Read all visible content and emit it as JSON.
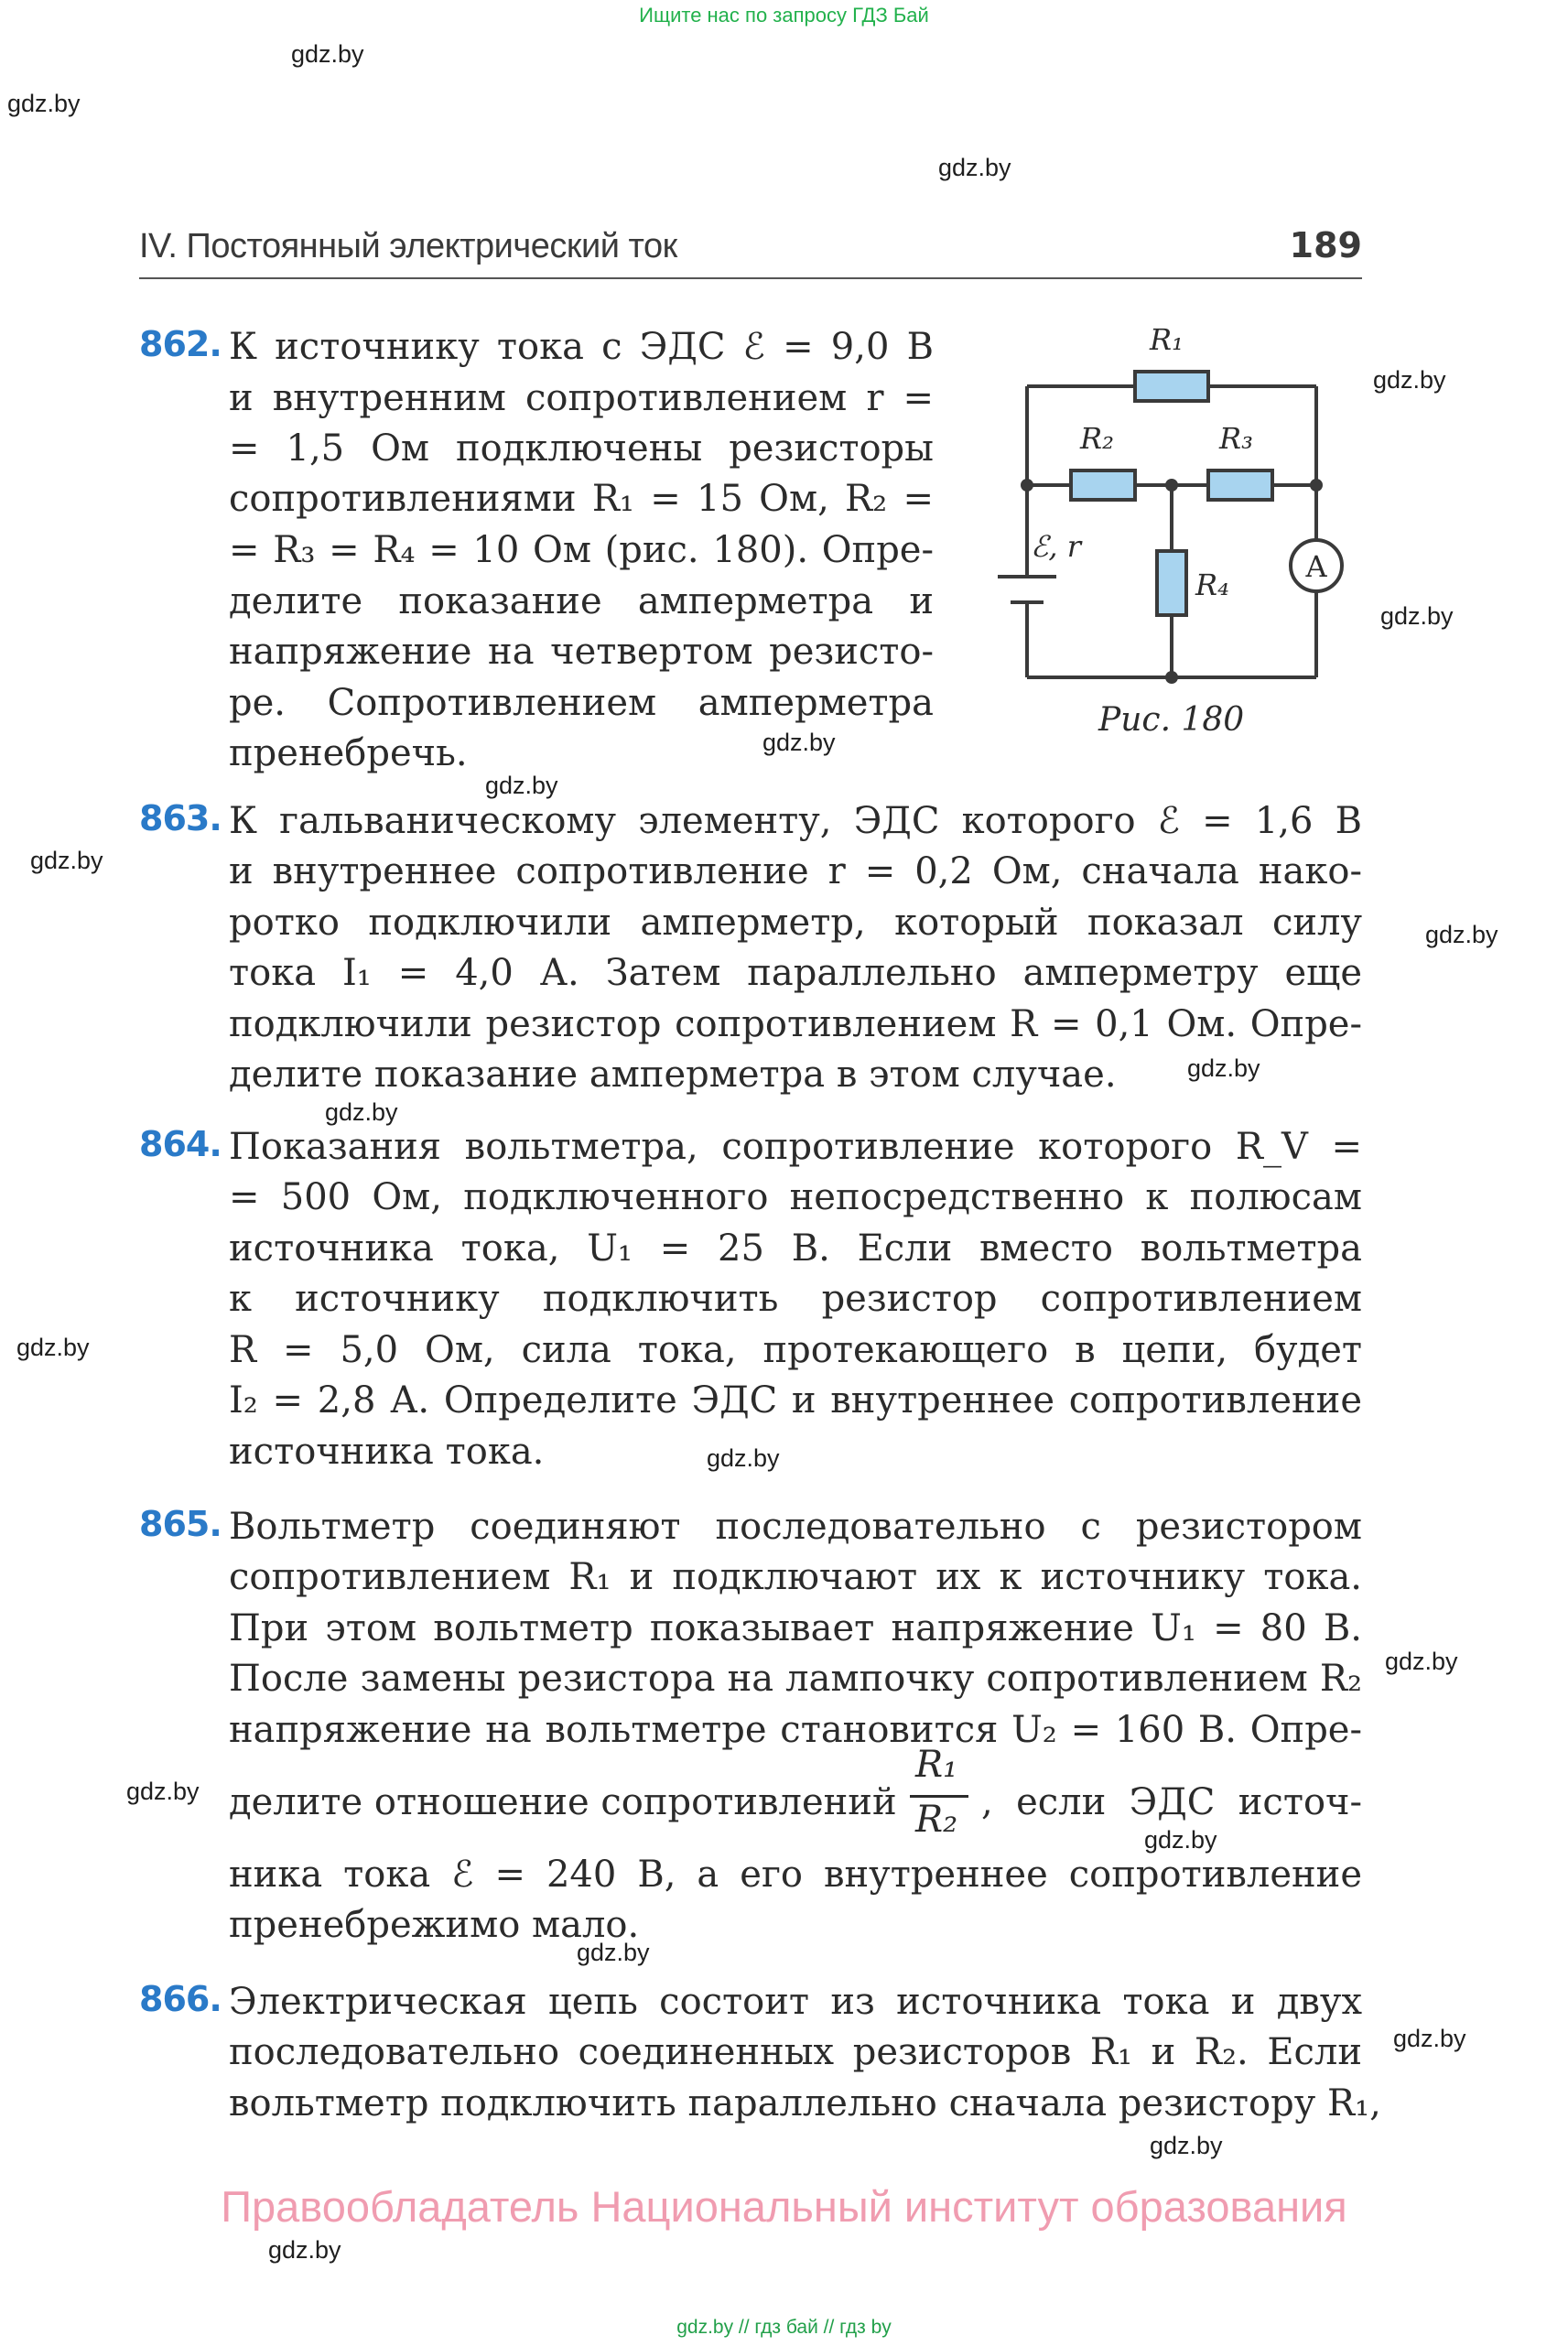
{
  "top_note": "Ищите нас по запросу ГДЗ Бай",
  "watermark": "gdz.by",
  "header": {
    "title": "IV. Постоянный электрический ток",
    "page_number": "189"
  },
  "figure": {
    "caption": "Рис. 180",
    "labels": {
      "r1": "R₁",
      "r2": "R₂",
      "r3": "R₃",
      "r4": "R₄",
      "source": "ℰ, r",
      "ammeter": "A"
    }
  },
  "problems": [
    {
      "number": "862.",
      "lines": [
        "К источнику тока с ЭДС ℰ = 9,0 В",
        "и внутренним сопротивлением r =",
        "= 1,5 Ом подключены резисторы",
        "сопротивлениями R₁ = 15 Ом, R₂ =",
        "= R₃ = R₄ = 10 Ом (рис. 180). Опре-",
        "делите показание амперметра и",
        "напряжение на четвертом резисто-",
        "ре. Сопротивлением амперметра",
        "пренебречь."
      ]
    },
    {
      "number": "863.",
      "lines": [
        "К гальваническому элементу, ЭДС которого ℰ = 1,6 В",
        "и внутреннее сопротивление r = 0,2 Ом, сначала нако-",
        "ротко подключили амперметр, который показал силу",
        "тока I₁ = 4,0 А. Затем параллельно амперметру еще",
        "подключили резистор сопротивлением R = 0,1 Ом. Опре-",
        "делите показание амперметра в этом случае."
      ]
    },
    {
      "number": "864.",
      "lines": [
        "Показания вольтметра, сопротивление которого R_V =",
        "= 500 Ом, подключенного непосредственно к полюсам",
        "источника тока, U₁ = 25 В. Если вместо вольтметра",
        "к источнику подключить резистор сопротивлением",
        "R = 5,0 Ом, сила тока, протекающего в цепи, будет",
        "I₂ = 2,8 А. Определите ЭДС и внутреннее сопротивление",
        "источника тока."
      ]
    },
    {
      "number": "865.",
      "lines": [
        "Вольтметр соединяют последовательно с резистором",
        "сопротивлением R₁ и подключают их к источнику тока.",
        "При этом вольтметр показывает напряжение U₁ = 80 В.",
        "После замены резистора на лампочку сопротивлением R₂",
        "напряжение на вольтметре становится U₂ = 160 В. Опре-",
        "делите отношение сопротивлений",
        ", если ЭДС источ-",
        "ника тока ℰ = 240 В, а его внутреннее сопротивление",
        "пренебрежимо мало."
      ],
      "fraction": {
        "numerator": "R₁",
        "denominator": "R₂"
      }
    },
    {
      "number": "866.",
      "lines": [
        "Электрическая цепь состоит из источника тока и двух",
        "последовательно соединенных резисторов R₁ и R₂. Если",
        "вольтметр подключить параллельно сначала резистору R₁,"
      ]
    }
  ],
  "footer": {
    "copyright": "Правообладатель Национальный институт образования",
    "links": "gdz.by // гдз бай // гдз by"
  }
}
